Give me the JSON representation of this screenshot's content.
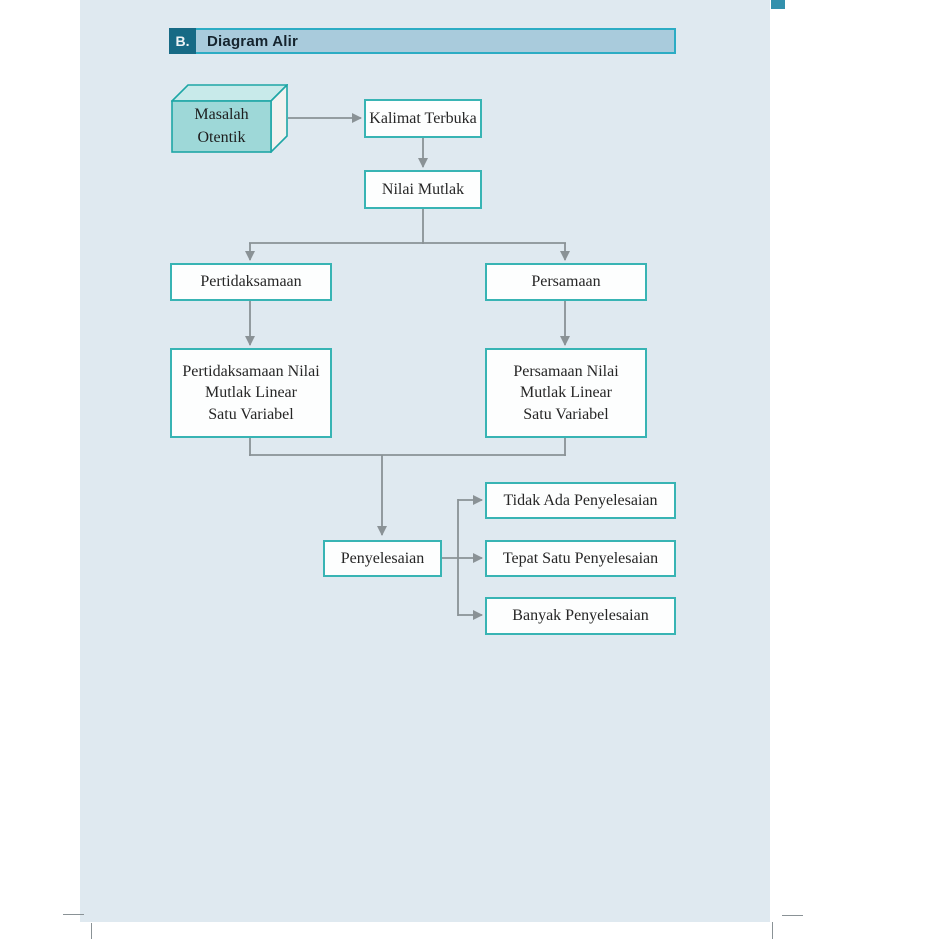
{
  "header": {
    "index_label": "B.",
    "title": "Diagram Alir"
  },
  "nodes": {
    "masalah_otentik": {
      "label": "Masalah\nOtentik",
      "shape": "3d-box"
    },
    "kalimat_terbuka": {
      "label": "Kalimat Terbuka",
      "shape": "rect"
    },
    "nilai_mutlak": {
      "label": "Nilai Mutlak",
      "shape": "rect"
    },
    "pertidaksamaan": {
      "label": "Pertidaksamaan",
      "shape": "rect"
    },
    "persamaan": {
      "label": "Persamaan",
      "shape": "rect"
    },
    "pertidaksamaan_nilai_mutlak": {
      "label": "Pertidaksamaan Nilai\nMutlak Linear\nSatu Variabel",
      "shape": "rect"
    },
    "persamaan_nilai_mutlak": {
      "label": "Persamaan Nilai\nMutlak Linear\nSatu Variabel",
      "shape": "rect"
    },
    "penyelesaian": {
      "label": "Penyelesaian",
      "shape": "rect"
    },
    "tidak_ada_penyelesaian": {
      "label": "Tidak Ada Penyelesaian",
      "shape": "rect"
    },
    "tepat_satu_penyelesaian": {
      "label": "Tepat Satu Penyelesaian",
      "shape": "rect"
    },
    "banyak_penyelesaian": {
      "label": "Banyak Penyelesaian",
      "shape": "rect"
    }
  },
  "edges": [
    {
      "from": "masalah_otentik",
      "to": "kalimat_terbuka",
      "arrow": true
    },
    {
      "from": "kalimat_terbuka",
      "to": "nilai_mutlak",
      "arrow": true
    },
    {
      "from": "nilai_mutlak",
      "to": "pertidaksamaan",
      "arrow": true
    },
    {
      "from": "nilai_mutlak",
      "to": "persamaan",
      "arrow": true
    },
    {
      "from": "pertidaksamaan",
      "to": "pertidaksamaan_nilai_mutlak",
      "arrow": true
    },
    {
      "from": "persamaan",
      "to": "persamaan_nilai_mutlak",
      "arrow": true
    },
    {
      "from": "pertidaksamaan_nilai_mutlak",
      "to": "penyelesaian",
      "arrow": true
    },
    {
      "from": "persamaan_nilai_mutlak",
      "to": "penyelesaian",
      "arrow": true
    },
    {
      "from": "penyelesaian",
      "to": "tidak_ada_penyelesaian",
      "arrow": true
    },
    {
      "from": "penyelesaian",
      "to": "tepat_satu_penyelesaian",
      "arrow": true
    },
    {
      "from": "penyelesaian",
      "to": "banyak_penyelesaian",
      "arrow": true
    }
  ],
  "colors": {
    "page_bg": "#dfe9f0",
    "node_fill": "#fdfefe",
    "node_border": "#38b4b4",
    "connector": "#8a9296",
    "header_badge_bg": "#176a85",
    "header_bar_bg": "#a9cbdc",
    "header_bar_border": "#2cacc4",
    "box3d_front": "#9ed8d8",
    "box3d_top": "#c8eaea",
    "box3d_side": "#f1f2f0",
    "corner_square": "#3391ad"
  }
}
